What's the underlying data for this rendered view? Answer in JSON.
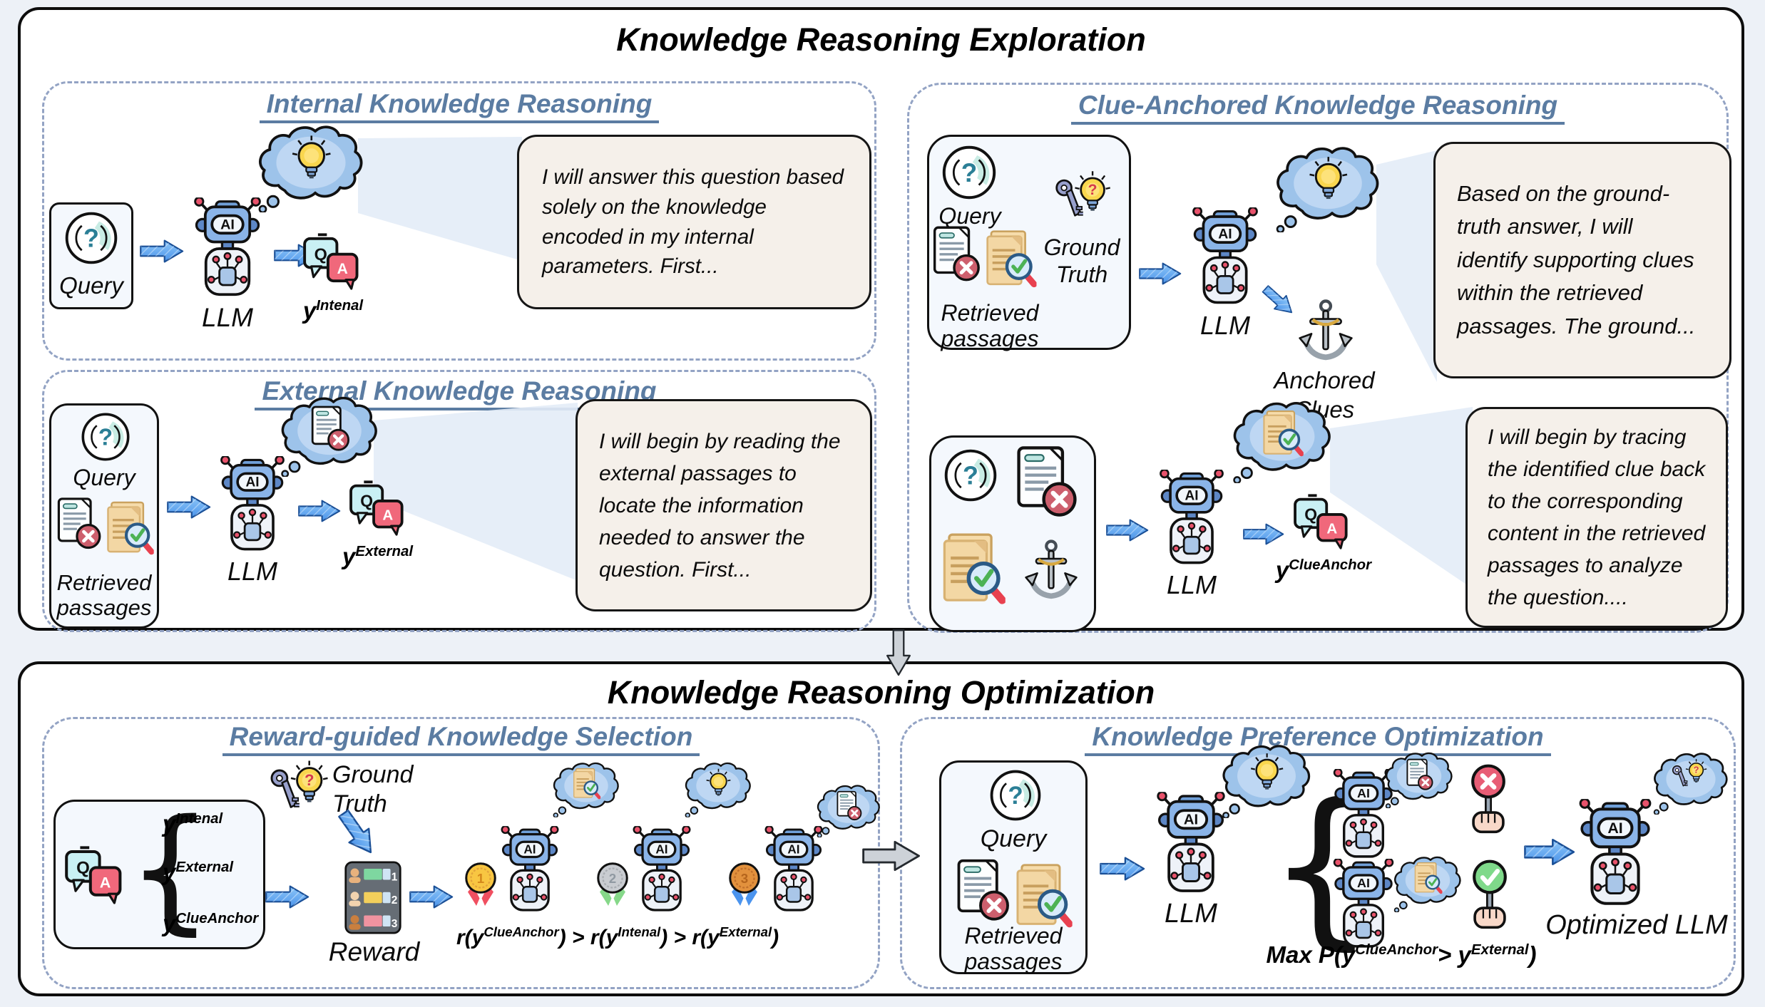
{
  "colors": {
    "page_bg": "#edf1f7",
    "box_border": "#0d0d0d",
    "panel_dash_border": "#93a3c4",
    "panel_title": "#5b7ca2",
    "section_title": "#000000",
    "speech_bg": "#f5f0ea",
    "cloud_fill": "#9dc3ea",
    "arrow_blue": "#4a93ea",
    "arrow_gray": "#cdd2d8",
    "qa_q_bubble": "#c9f0f4",
    "qa_a_bubble": "#f0687b",
    "medal_gold": "#f8c642",
    "medal_silver": "#c9ccd1",
    "medal_bronze": "#e2913d",
    "check_green": "#7fd98a",
    "cross_red": "#e85d75",
    "doc_tan": "#f3d7a4",
    "bulb_yellow": "#f9d64e"
  },
  "labels": {
    "ai": "AI",
    "q": "Q",
    "a": "A",
    "qmark": "?"
  },
  "top": {
    "title": "Knowledge Reasoning Exploration",
    "internal": {
      "title": "Internal Knowledge Reasoning",
      "query": "Query",
      "llm": "LLM",
      "y_base": "y",
      "y_sup": "Intenal",
      "bubble": "I will answer this question based solely on the knowledge encoded in my internal parameters. First..."
    },
    "external": {
      "title": "External Knowledge Reasoning",
      "query": "Query",
      "retrieved": "Retrieved passages",
      "llm": "LLM",
      "y_base": "y",
      "y_sup": "External",
      "bubble": "I will begin by reading the external passages to locate the information needed to answer the question. First..."
    },
    "clue": {
      "title": "Clue-Anchored Knowledge Reasoning",
      "query": "Query",
      "ground_truth": "Ground Truth",
      "retrieved": "Retrieved passages",
      "llm1": "LLM",
      "anchored": "Anchored Clues",
      "bubble1": "Based on the ground-truth answer, I will identify supporting clues within the retrieved passages. The ground...",
      "llm2": "LLM",
      "y_base": "y",
      "y_sup": "ClueAnchor",
      "bubble2": "I will begin by tracing the identified clue back to the corresponding content in the retrieved passages to analyze the question...."
    }
  },
  "bottom": {
    "title": "Knowledge Reasoning Optimization",
    "reward": {
      "title": "Reward-guided Knowledge Selection",
      "y_base": "y",
      "outputs": [
        {
          "sup": "Intenal"
        },
        {
          "sup": "External"
        },
        {
          "sup": "ClueAnchor"
        }
      ],
      "ground_truth": "Ground Truth",
      "reward": "Reward",
      "ranks": [
        "1",
        "2",
        "3"
      ],
      "formula": {
        "f1": "r(",
        "y": "y",
        "s1": "ClueAnchor",
        "f2": ") > r(",
        "s2": "Intenal",
        "f3": ") > r(",
        "s3": "External",
        "f4": ")"
      }
    },
    "pref": {
      "title": "Knowledge Preference Optimization",
      "query": "Query",
      "retrieved": "Retrieved passages",
      "llm": "LLM",
      "optimized": "Optimized LLM",
      "formula": {
        "p1": "Max P(",
        "y": "y",
        "s1": "ClueAnchor",
        "gt": "> ",
        "s2": "External",
        "p2": ")"
      }
    }
  },
  "icons": {
    "query": "question-circle",
    "llm": "ai-robot",
    "thought": "thought-cloud",
    "idea": "lightbulb",
    "retrieved_bad": "document-x",
    "retrieved_good": "document-magnifier-check",
    "ground_truth": "key-lightbulb",
    "anchor": "anchor",
    "qa": "question-answer-bubbles",
    "reward_board": "ranking-leaderboard",
    "medal_1": "gold-medal",
    "medal_2": "silver-medal",
    "medal_3": "bronze-medal",
    "reject": "hand-x-sign",
    "approve": "hand-check-sign",
    "flow": "blue-arrow",
    "section_flow": "gray-arrow"
  }
}
